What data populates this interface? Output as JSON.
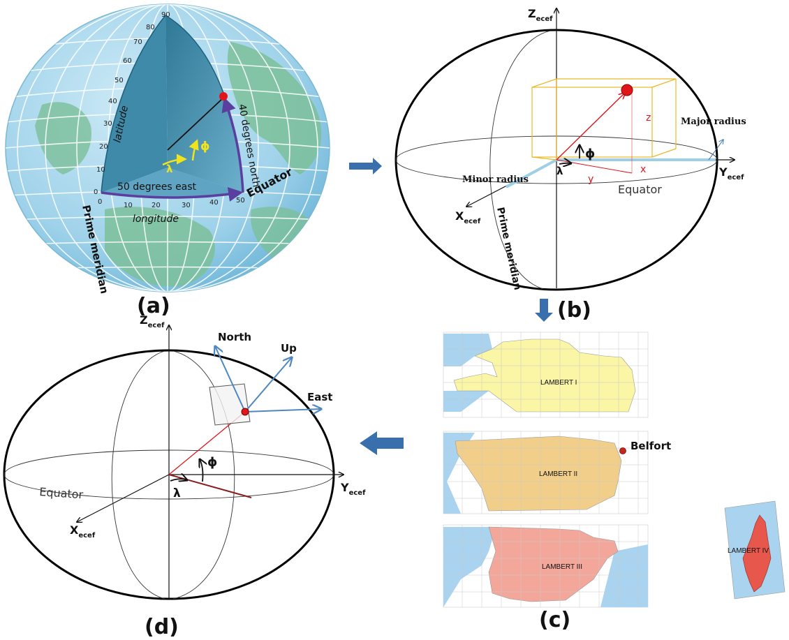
{
  "panel_a": {
    "caption": "(a)",
    "ticks_lat": [
      "90",
      "80",
      "70",
      "60",
      "50",
      "40",
      "30",
      "20",
      "10",
      "0"
    ],
    "ticks_lon": [
      "0",
      "10",
      "20",
      "30",
      "40",
      "50"
    ],
    "latitude": "latitude",
    "longitude": "longitude",
    "deg_east": "50 degrees east",
    "deg_north": "40 degrees north",
    "equator": "Equator",
    "prime_meridian": "Prime meridian",
    "lambda": "λ",
    "phi": "ϕ"
  },
  "panel_b": {
    "caption": "(b)",
    "z_axis": "Z",
    "y_axis": "Y",
    "x_axis": "X",
    "axis_sub": "ecef",
    "major_radius": "Major radius",
    "minor_radius": "Minor radius",
    "equator": "Equator",
    "prime_meridian": "Prime meridian",
    "lambda": "λ",
    "phi": "ϕ",
    "x": "x",
    "y": "y",
    "z": "z"
  },
  "panel_c": {
    "caption": "(c)",
    "zone1": "LAMBERT I",
    "zone2": "LAMBERT II",
    "zone3": "LAMBERT III",
    "zone4": "LAMBERT IV",
    "belfort": "Belfort"
  },
  "panel_d": {
    "caption": "(d)",
    "z_axis": "Z",
    "y_axis": "Y",
    "x_axis": "X",
    "axis_sub": "ecef",
    "north": "North",
    "up": "Up",
    "east": "East",
    "equator": "Equator",
    "lambda": "λ",
    "phi": "ϕ"
  },
  "colors": {
    "globe": "#a9d8ec",
    "land": "#7cbf9a",
    "wedge": "#3e8aa8",
    "vector_red": "#e0161b",
    "axis_blue": "#4f87c0",
    "arrow_fill": "#3a6fae",
    "zone1": "#fbf5a6",
    "zone2": "#f1cf8a",
    "zone3": "#f2a79a",
    "zone4": "#e8574b",
    "sea": "#a9d3ef",
    "box": "#e8b927"
  }
}
